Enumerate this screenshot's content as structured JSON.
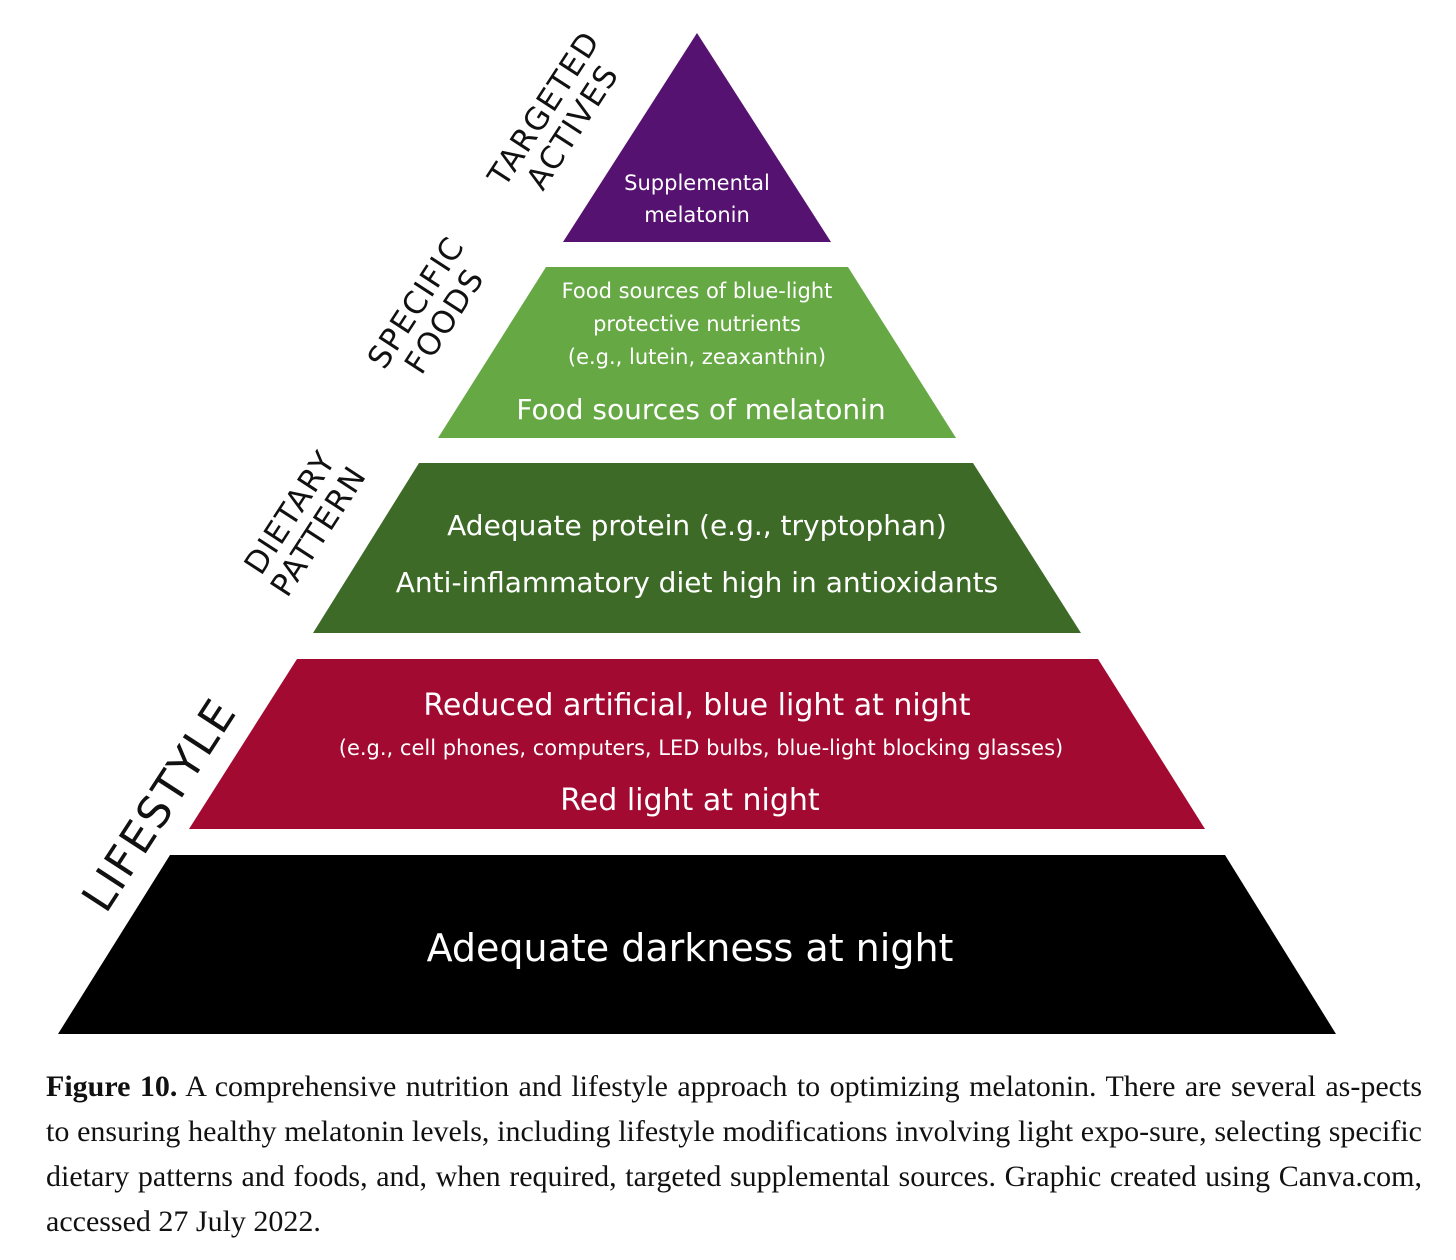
{
  "tiers": {
    "targeted_actives": {
      "side_label": [
        "TARGETED",
        "ACTIVES"
      ],
      "lines": [
        "Supplemental",
        "melatonin"
      ],
      "color": "#561270"
    },
    "specific_foods": {
      "side_label": [
        "SPECIFIC",
        "FOODS"
      ],
      "lines": [
        "Food sources of blue-light",
        "protective nutrients",
        "(e.g., lutein, zeaxanthin)"
      ],
      "main_line": "Food sources of melatonin",
      "color": "#65A844"
    },
    "dietary_pattern": {
      "side_label": [
        "DIETARY",
        "PATTERN"
      ],
      "lines": [
        "Adequate protein (e.g., tryptophan)",
        "Anti-inflammatory diet high in antioxidants"
      ],
      "color": "#3D6B27"
    },
    "lifestyle_light": {
      "lines": [
        "Reduced artificial, blue light at night",
        "(e.g., cell phones, computers, LED bulbs, blue-light blocking glasses)",
        "Red light at night"
      ],
      "color": "#A30A32"
    },
    "lifestyle_dark": {
      "side_label": "LIFESTYLE",
      "lines": [
        "Adequate darkness at night"
      ],
      "color": "#000000"
    }
  },
  "caption": {
    "label": "Figure 10.",
    "text": "A comprehensive nutrition and lifestyle approach to optimizing melatonin. There are several as-pects to ensuring healthy melatonin levels, including lifestyle modifications involving light expo-sure, selecting specific dietary patterns and foods, and, when required, targeted supplemental sources. Graphic created using Canva.com, accessed 27 July 2022."
  }
}
